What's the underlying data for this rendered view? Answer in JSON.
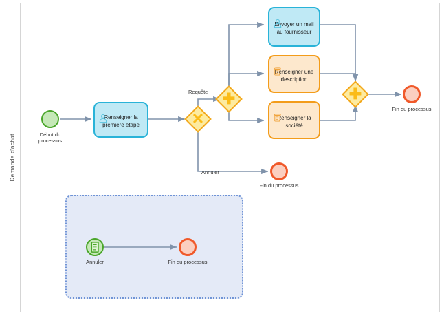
{
  "diagram": {
    "type": "bpmn-process-diagram",
    "pool": {
      "label": "Demande d'achat"
    },
    "colors": {
      "start_event_fill": "#c5e8b7",
      "start_event_stroke": "#4aa62a",
      "end_event_fill": "#fbcfc0",
      "end_event_stroke": "#f0592a",
      "gateway_fill": "#fdeba0",
      "gateway_stroke": "#f3a81c",
      "gateway_glyph": "#fbbc18",
      "user_task_fill": "#bfe9f5",
      "user_task_stroke": "#29b3d8",
      "script_task_fill": "#fde8cd",
      "script_task_stroke": "#f39c1a",
      "connector": "#8093ab",
      "selection_fill": "#e4eaf7",
      "selection_border": "#6f93d6",
      "pool_border": "#d5d5d5"
    },
    "events": [
      {
        "id": "start-main",
        "kind": "start-event",
        "label": "Début du\nprocessus",
        "icon": "none"
      },
      {
        "id": "end-main",
        "kind": "end-event",
        "label": "Fin du processus",
        "icon": "none"
      },
      {
        "id": "end-annuler",
        "kind": "end-event",
        "label": "Fin du processus",
        "icon": "none"
      },
      {
        "id": "start-annuler",
        "kind": "start-event",
        "label": "Annuler",
        "icon": "form-icon"
      },
      {
        "id": "end-sub",
        "kind": "end-event",
        "label": "Fin du processus",
        "icon": "none"
      }
    ],
    "gateways": [
      {
        "id": "gw-xor",
        "kind": "exclusive-gateway",
        "glyph": "✕",
        "label": ""
      },
      {
        "id": "gw-parallel-split",
        "kind": "parallel-gateway",
        "glyph": "✚",
        "label": ""
      },
      {
        "id": "gw-parallel-join",
        "kind": "parallel-gateway",
        "glyph": "✚",
        "label": ""
      }
    ],
    "tasks": [
      {
        "id": "task-premiere-etape",
        "label": "Renseigner la\npremière étape",
        "type": "user-task",
        "icon": "user-icon"
      },
      {
        "id": "task-envoyer-mail",
        "label": "Envoyer un mail\nau fournisseur",
        "type": "user-task",
        "icon": "user-icon"
      },
      {
        "id": "task-description",
        "label": "Renseigner une\ndescription",
        "type": "script-task",
        "icon": "script-icon"
      },
      {
        "id": "task-societe",
        "label": "Renseigner la\nsociété",
        "type": "script-task",
        "icon": "script-icon"
      }
    ],
    "flow_labels": [
      {
        "id": "flow-requete",
        "label": "Requête"
      },
      {
        "id": "flow-annuler",
        "label": "Annuler"
      }
    ],
    "selection_panel": {
      "selected": true
    }
  }
}
